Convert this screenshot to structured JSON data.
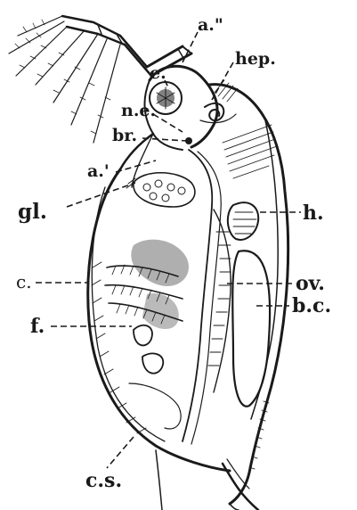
{
  "figure": {
    "labels": {
      "a2": "a.\"",
      "hep": "hep.",
      "e": "e.",
      "ne": "n.e.",
      "br": "br.",
      "a1": "a.'",
      "gl": "gl.",
      "h": "h.",
      "c": "c.",
      "ov": "ov.",
      "bc": "b.c.",
      "f": "f.",
      "cs": "c.s."
    },
    "colors": {
      "ink": "#1a1a1a",
      "paper": "#ffffff"
    }
  }
}
